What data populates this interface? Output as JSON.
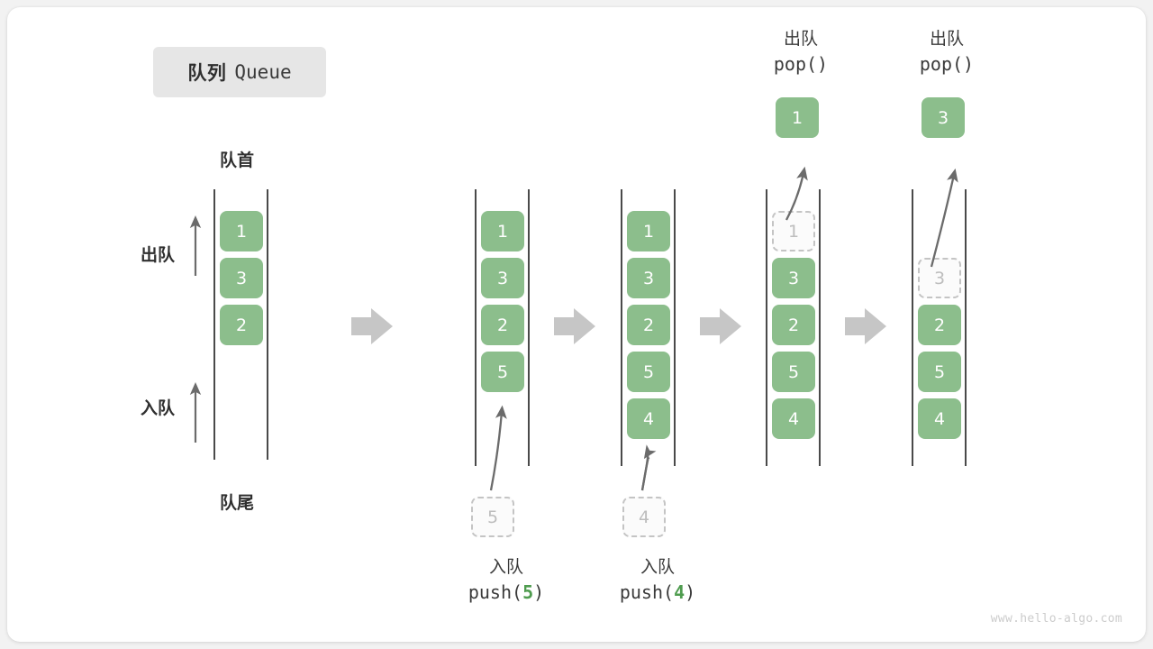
{
  "title": {
    "cn": "队列",
    "en": "Queue"
  },
  "labels": {
    "head": "队首",
    "tail": "队尾",
    "dequeue": "出队",
    "enqueue": "入队"
  },
  "colors": {
    "item_fill": "#8cbe8c",
    "item_text": "#ffffff",
    "ghost_border": "#c4c4c4",
    "ghost_text": "#bdbdbd",
    "rail": "#4a4a4a",
    "step_arrow": "#c6c6c6",
    "curve_arrow": "#6b6b6b",
    "title_chip_bg": "#e6e6e6",
    "accent_number": "#4f9c4f",
    "watermark": "#cccccc"
  },
  "columns": [
    {
      "id": "initial",
      "items": [
        "1",
        "3",
        "2"
      ],
      "ghost": null,
      "popped": null,
      "top_label": null,
      "bottom_label": null,
      "incoming": null
    },
    {
      "id": "after-push-5",
      "items": [
        "1",
        "3",
        "2",
        "5"
      ],
      "ghost": null,
      "popped": null,
      "top_label": null,
      "bottom_label": {
        "cn": "入队",
        "fn": "push(",
        "num": "5",
        "fn_close": ")"
      },
      "incoming": "5"
    },
    {
      "id": "after-push-4",
      "items": [
        "1",
        "3",
        "2",
        "5",
        "4"
      ],
      "ghost": null,
      "popped": null,
      "top_label": null,
      "bottom_label": {
        "cn": "入队",
        "fn": "push(",
        "num": "4",
        "fn_close": ")"
      },
      "incoming": "4"
    },
    {
      "id": "after-pop-1",
      "items": [
        "3",
        "2",
        "5",
        "4"
      ],
      "ghost": {
        "value": "1",
        "slot": 0
      },
      "popped": "1",
      "top_label": {
        "cn": "出队",
        "code": "pop()"
      },
      "bottom_label": null,
      "incoming": null
    },
    {
      "id": "after-pop-3",
      "items": [
        "2",
        "5",
        "4"
      ],
      "ghost": {
        "value": "3",
        "slot": 1
      },
      "popped": "3",
      "top_label": {
        "cn": "出队",
        "code": "pop()"
      },
      "bottom_label": null,
      "incoming": null
    }
  ],
  "watermark": "www.hello-algo.com"
}
